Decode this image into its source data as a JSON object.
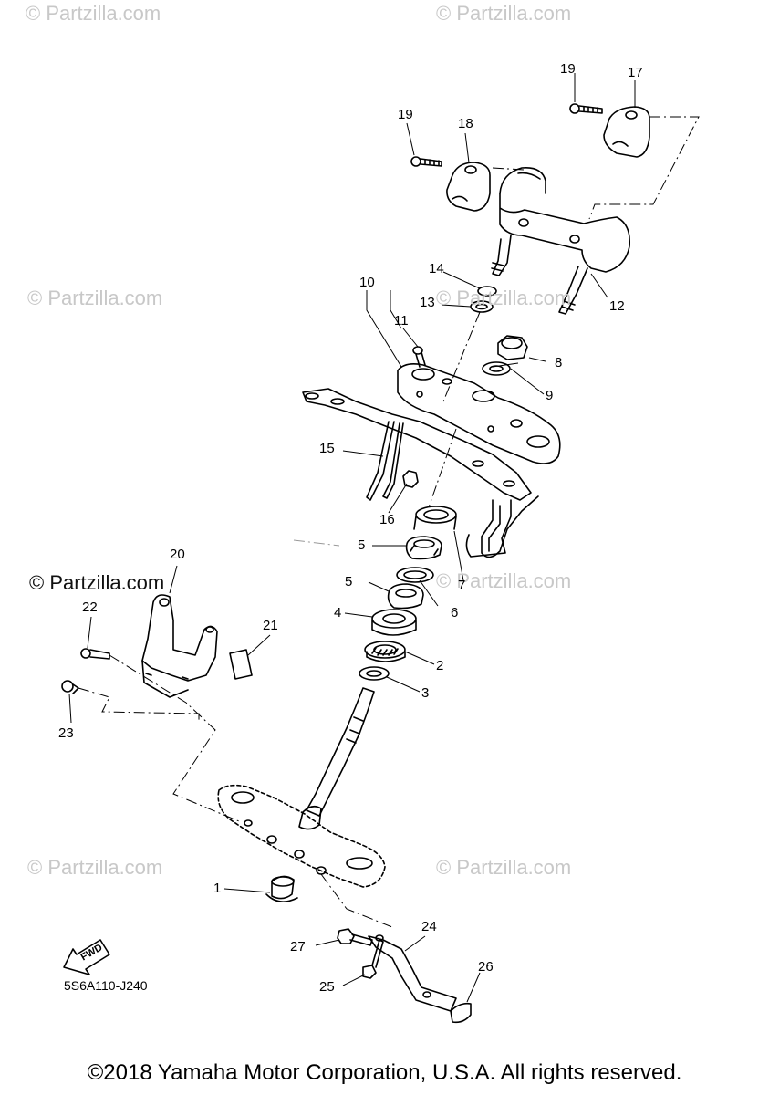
{
  "watermarks": {
    "faint": "© Partzilla.com",
    "main": "© Partzilla.com"
  },
  "callouts": [
    "1",
    "2",
    "3",
    "4",
    "5",
    "5",
    "6",
    "7",
    "8",
    "9",
    "10",
    "11",
    "12",
    "13",
    "14",
    "15",
    "16",
    "17",
    "18",
    "19",
    "19",
    "20",
    "21",
    "22",
    "23",
    "24",
    "25",
    "26",
    "27"
  ],
  "diagram_code": "5S6A110-J240",
  "fwd_label": "FWD",
  "copyright": "©2018 Yamaha Motor Corporation, U.S.A. All rights reserved."
}
